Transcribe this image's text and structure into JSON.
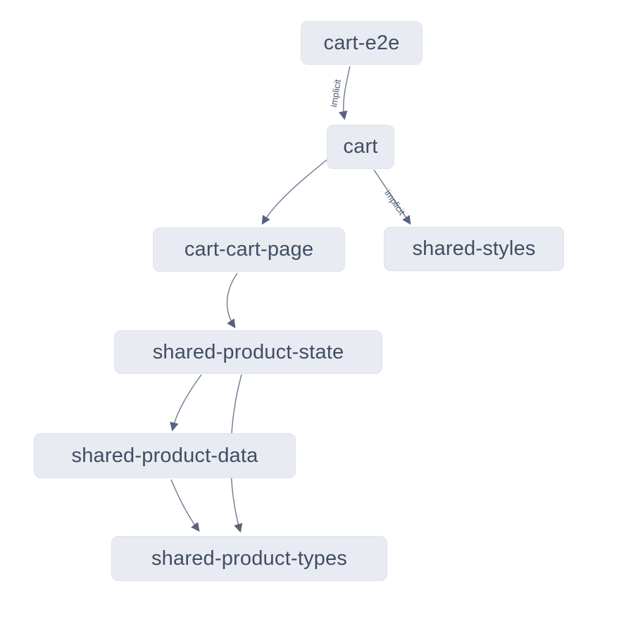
{
  "diagram": {
    "kind": "project-dependency-graph",
    "background_color": "#ffffff",
    "node_style": {
      "background": "#e8ebf1",
      "border": "#dfe3eb",
      "text_color": "#414d63"
    },
    "edge_style": {
      "stroke": "#6f7890",
      "arrow_fill": "#59637f",
      "label_color": "#4a5570"
    },
    "nodes": [
      {
        "id": "cart-e2e",
        "label": "cart-e2e"
      },
      {
        "id": "cart",
        "label": "cart"
      },
      {
        "id": "cart-cart-page",
        "label": "cart-cart-page"
      },
      {
        "id": "shared-styles",
        "label": "shared-styles"
      },
      {
        "id": "shared-product-state",
        "label": "shared-product-state"
      },
      {
        "id": "shared-product-data",
        "label": "shared-product-data"
      },
      {
        "id": "shared-product-types",
        "label": "shared-product-types"
      }
    ],
    "edges": [
      {
        "from": "cart-e2e",
        "to": "cart",
        "label": "implicit"
      },
      {
        "from": "cart",
        "to": "cart-cart-page",
        "label": ""
      },
      {
        "from": "cart",
        "to": "shared-styles",
        "label": "implicit"
      },
      {
        "from": "cart-cart-page",
        "to": "shared-product-state",
        "label": ""
      },
      {
        "from": "shared-product-state",
        "to": "shared-product-data",
        "label": ""
      },
      {
        "from": "shared-product-state",
        "to": "shared-product-types",
        "label": ""
      },
      {
        "from": "shared-product-data",
        "to": "shared-product-types",
        "label": ""
      }
    ]
  }
}
